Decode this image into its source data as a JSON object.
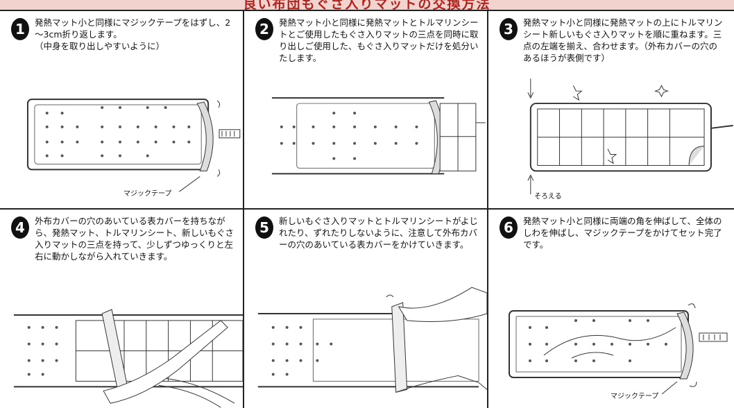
{
  "header": {
    "title": "良い布団もぐさ入りマットの交換方法"
  },
  "steps": [
    {
      "num": "1",
      "text": "発熱マット小と同様にマジックテープをはずし、2～3cm折り返します。\n（中身を取り出しやすいように）",
      "label": "マジックテープ"
    },
    {
      "num": "2",
      "text": "発熱マット小と同様に発熱マットとトルマリンシートとご使用したもぐさ入りマットの三点を同時に取り出しご使用した、もぐさ入りマットだけを処分いたします。"
    },
    {
      "num": "3",
      "text": "発熱マット小と同様に発熱マットの上にトルマリンシート新しいもぐさ入りマットを順に重ねます。三点の左端を揃え、合わせます。（外布カバーの穴のあるほうが表側です）",
      "label": "そろえる"
    },
    {
      "num": "4",
      "text": "外布カバーの穴のあいている表カバーを持ちながら、発熱マット、トルマリンシート、新しいもぐさ入りマットの三点を持って、少しずつゆっくりと左右に動かしながら入れていきます。"
    },
    {
      "num": "5",
      "text": "新しいもぐさ入りマットとトルマリンシートがよじれたり、ずれたりしないように、注意して外布カバーの穴のあいている表カバーをかけていきます。"
    },
    {
      "num": "6",
      "text": "発熱マット小と同様に両端の角を伸ばして、全体のしわを伸ばし、マジックテープをかけてセット完了です。",
      "label": "マジックテープ"
    }
  ]
}
